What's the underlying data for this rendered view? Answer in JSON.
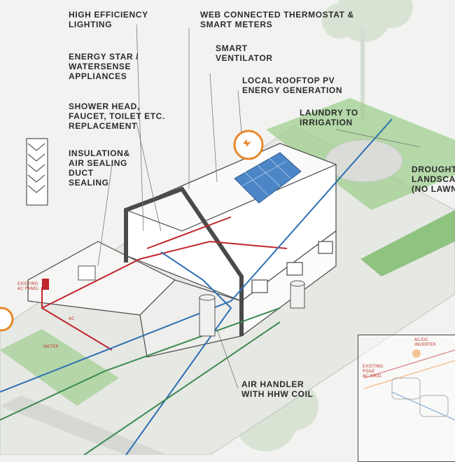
{
  "labels": {
    "high_efficiency_lighting": "HIGH EFFICIENCY\nLIGHTING",
    "web_thermostat": "WEB CONNECTED THERMOSTAT &\nSMART METERS",
    "energy_star": "ENERGY STAR /\nWATERSENSE\nAPPLIANCES",
    "smart_ventilator": "SMART\nVENTILATOR",
    "rooftop_pv": "LOCAL ROOFTOP PV\nENERGY GENERATION",
    "shower_head": "SHOWER HEAD,\nFAUCET, TOILET ETC.\nREPLACEMENT",
    "laundry": "LAUNDRY TO\nIRRIGATION",
    "insulation": "INSULATION&\nAIR SEALING\nDUCT\nSEALING",
    "drought": "DROUGHT\nLANDSCAP\n(NO LAWN",
    "air_handler": "AIR HANDLER\nWITH HHW COIL"
  },
  "small_labels": {
    "existing_panel": "EXISTING\nAC PANEL",
    "ac": "AC",
    "meter": "METER",
    "inverter": "AC/DC\nINVERTER",
    "existing_grid": "EXISTING\nPG&E\nAC GRID"
  },
  "colors": {
    "electric": "#c0262e",
    "water": "#2f6fb3",
    "irrigation": "#3c8a52",
    "structure": "#4a4a4a",
    "accent": "#e8862a",
    "solar": "#4d86c6",
    "lawn": "#9fcf8e"
  },
  "icons": [
    "power-meter-icon",
    "solar-panel-icon",
    "tree-icon"
  ]
}
